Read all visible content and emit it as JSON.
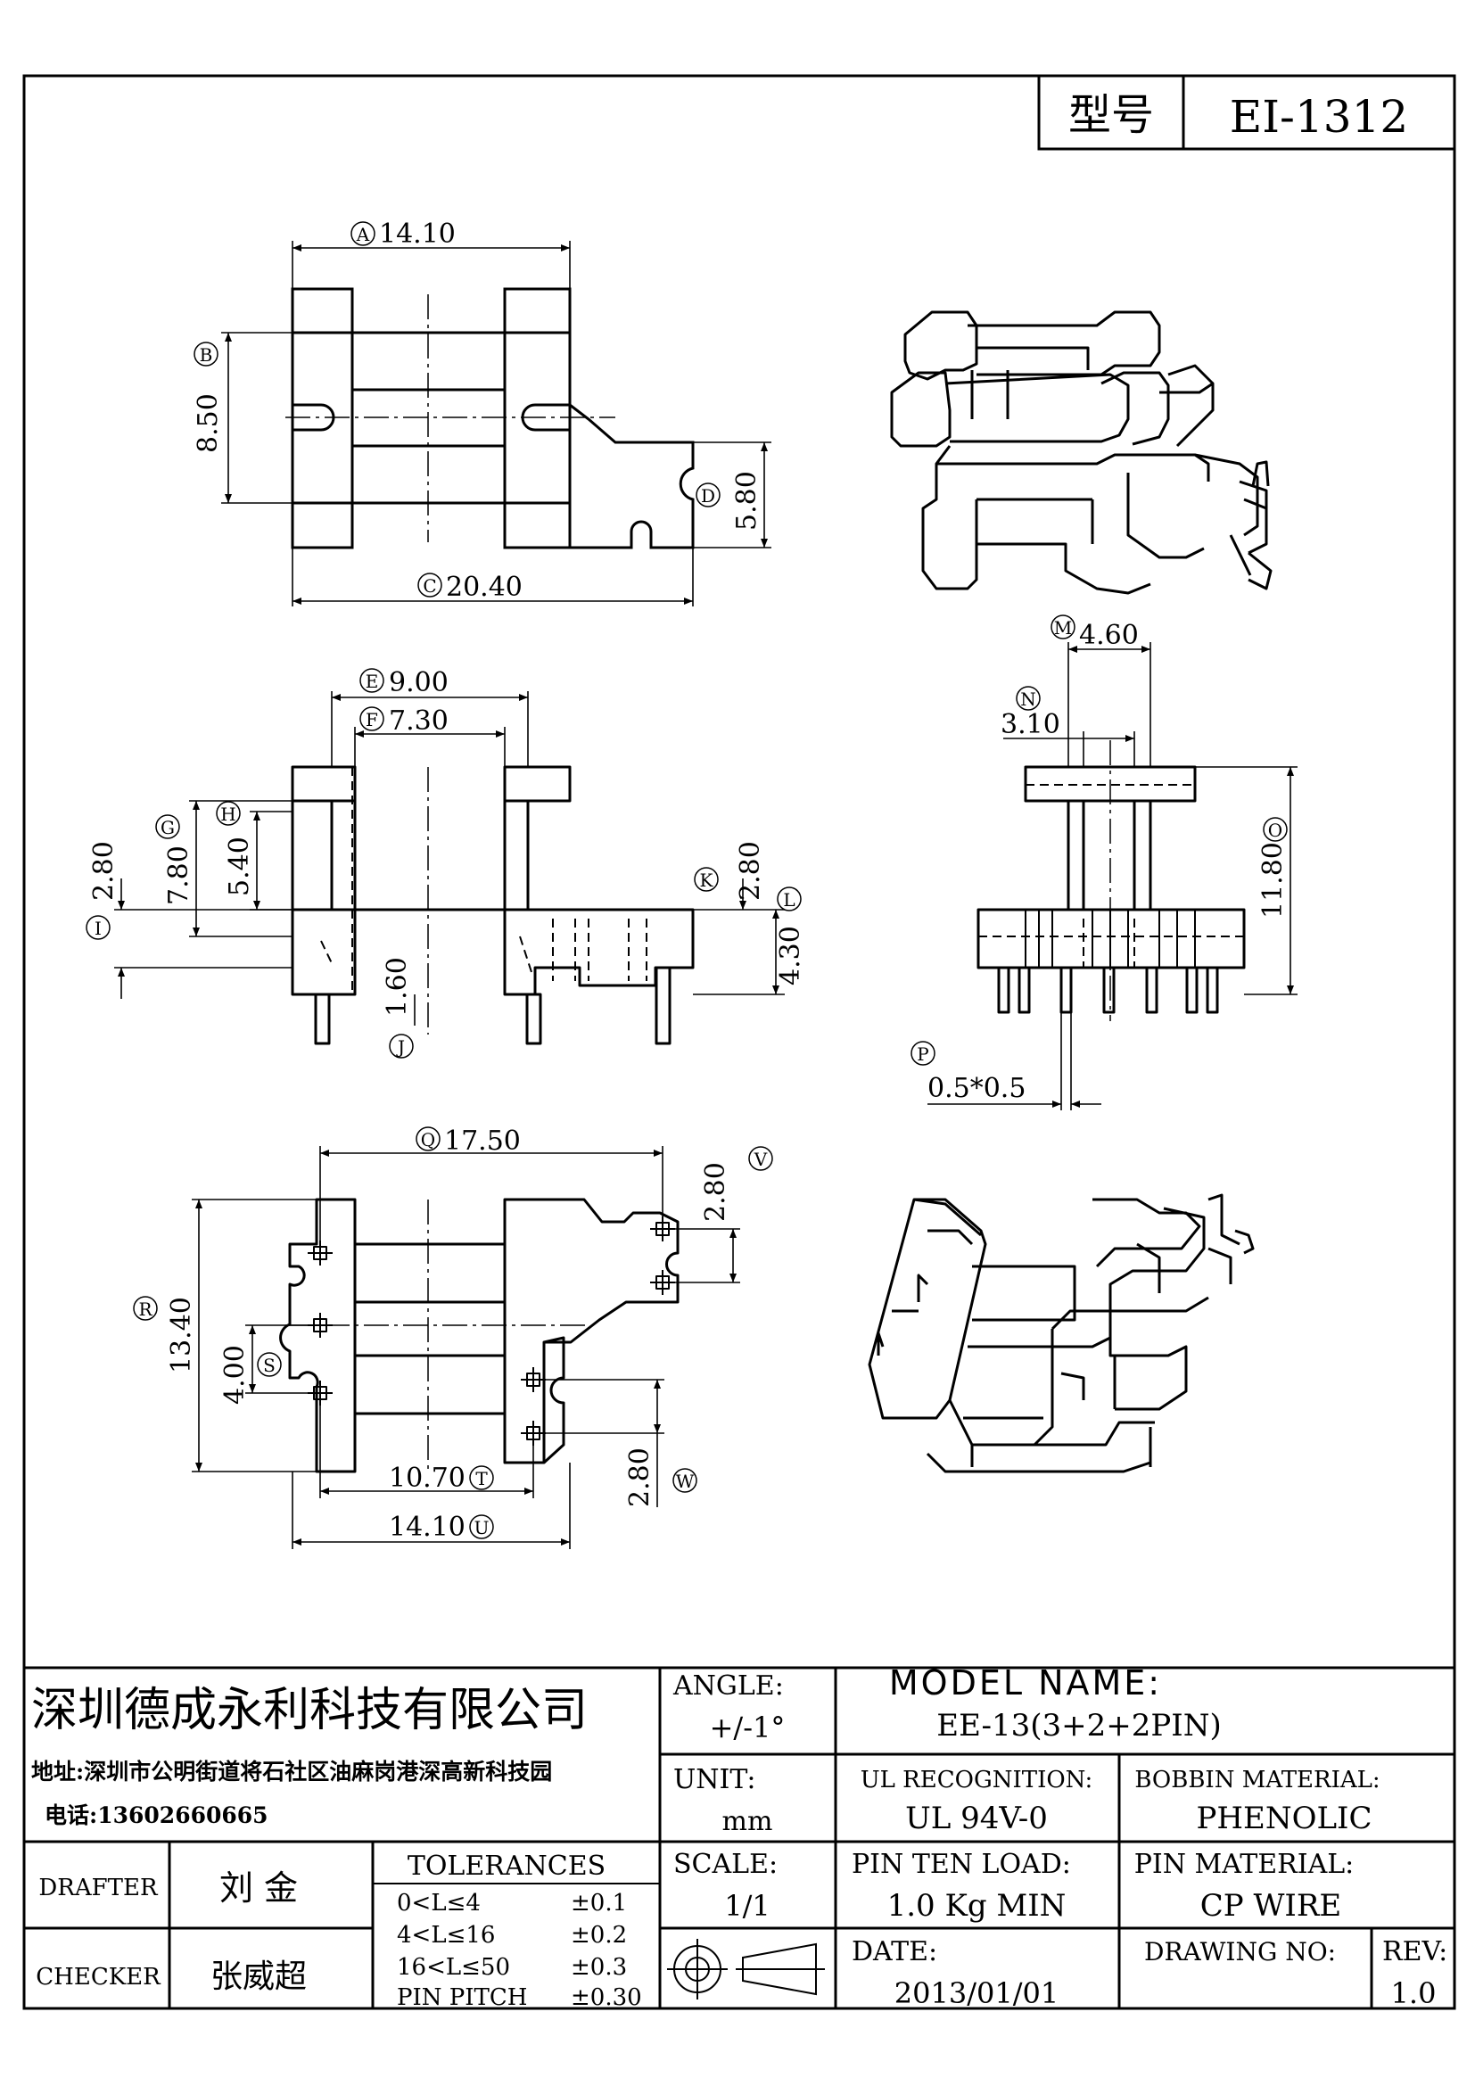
{
  "header": {
    "type_label": "型号",
    "type_value": "EI-1312"
  },
  "dimensions": {
    "A": {
      "mark": "A",
      "value": "14.10"
    },
    "B": {
      "mark": "B",
      "value": "8.50"
    },
    "C": {
      "mark": "C",
      "value": "20.40"
    },
    "D": {
      "mark": "D",
      "value": "5.80"
    },
    "E": {
      "mark": "E",
      "value": "9.00"
    },
    "F": {
      "mark": "F",
      "value": "7.30"
    },
    "G": {
      "mark": "G",
      "value": "7.80"
    },
    "H": {
      "mark": "H",
      "value": "5.40"
    },
    "I": {
      "mark": "I",
      "value": "2.80"
    },
    "J": {
      "mark": "J",
      "value": "1.60"
    },
    "K": {
      "mark": "K",
      "value": "2.80"
    },
    "L": {
      "mark": "L",
      "value": "4.30"
    },
    "M": {
      "mark": "M",
      "value": "4.60"
    },
    "N": {
      "mark": "N",
      "value": "3.10"
    },
    "O": {
      "mark": "O",
      "value": "11.80"
    },
    "P": {
      "mark": "P",
      "value": "0.5*0.5"
    },
    "Q": {
      "mark": "Q",
      "value": "17.50"
    },
    "R": {
      "mark": "R",
      "value": "13.40"
    },
    "S": {
      "mark": "S",
      "value": "4.00"
    },
    "T": {
      "mark": "T",
      "value": "10.70"
    },
    "U": {
      "mark": "U",
      "value": "14.10"
    },
    "V": {
      "mark": "V",
      "value": "2.80"
    },
    "W": {
      "mark": "W",
      "value": "2.80"
    }
  },
  "title_block": {
    "company": "深圳德成永利科技有限公司",
    "address": "地址:深圳市公明街道将石社区油麻岗港深高新科技园",
    "phone": "电话:13602660665",
    "angle_label": "ANGLE:",
    "angle_value": "+/-1°",
    "model_label": "MODEL NAME:",
    "model_value": "EE-13(3+2+2PIN)",
    "unit_label": "UNIT:",
    "unit_value": "mm",
    "ul_label": "UL RECOGNITION:",
    "ul_value": "UL 94V-0",
    "bobbin_label": "BOBBIN MATERIAL:",
    "bobbin_value": "PHENOLIC",
    "drafter_label": "DRAFTER",
    "drafter_value": "刘 金",
    "checker_label": "CHECKER",
    "checker_value": "张威超",
    "tolerances_label": "TOLERANCES",
    "tolerances": [
      {
        "range": "0<L≤4",
        "tol": "±0.1"
      },
      {
        "range": "4<L≤16",
        "tol": "±0.2"
      },
      {
        "range": "16<L≤50",
        "tol": "±0.3"
      },
      {
        "range": "PIN PITCH",
        "tol": "±0.30"
      }
    ],
    "scale_label": "SCALE:",
    "scale_value": "1/1",
    "pin_load_label": "PIN TEN LOAD:",
    "pin_load_value": "1.0 Kg MIN",
    "pin_material_label": "PIN MATERIAL:",
    "pin_material_value": "CP WIRE",
    "date_label": "DATE:",
    "date_value": "2013/01/01",
    "drawing_no_label": "DRAWING NO:",
    "rev_label": "REV:",
    "rev_value": "1.0"
  }
}
